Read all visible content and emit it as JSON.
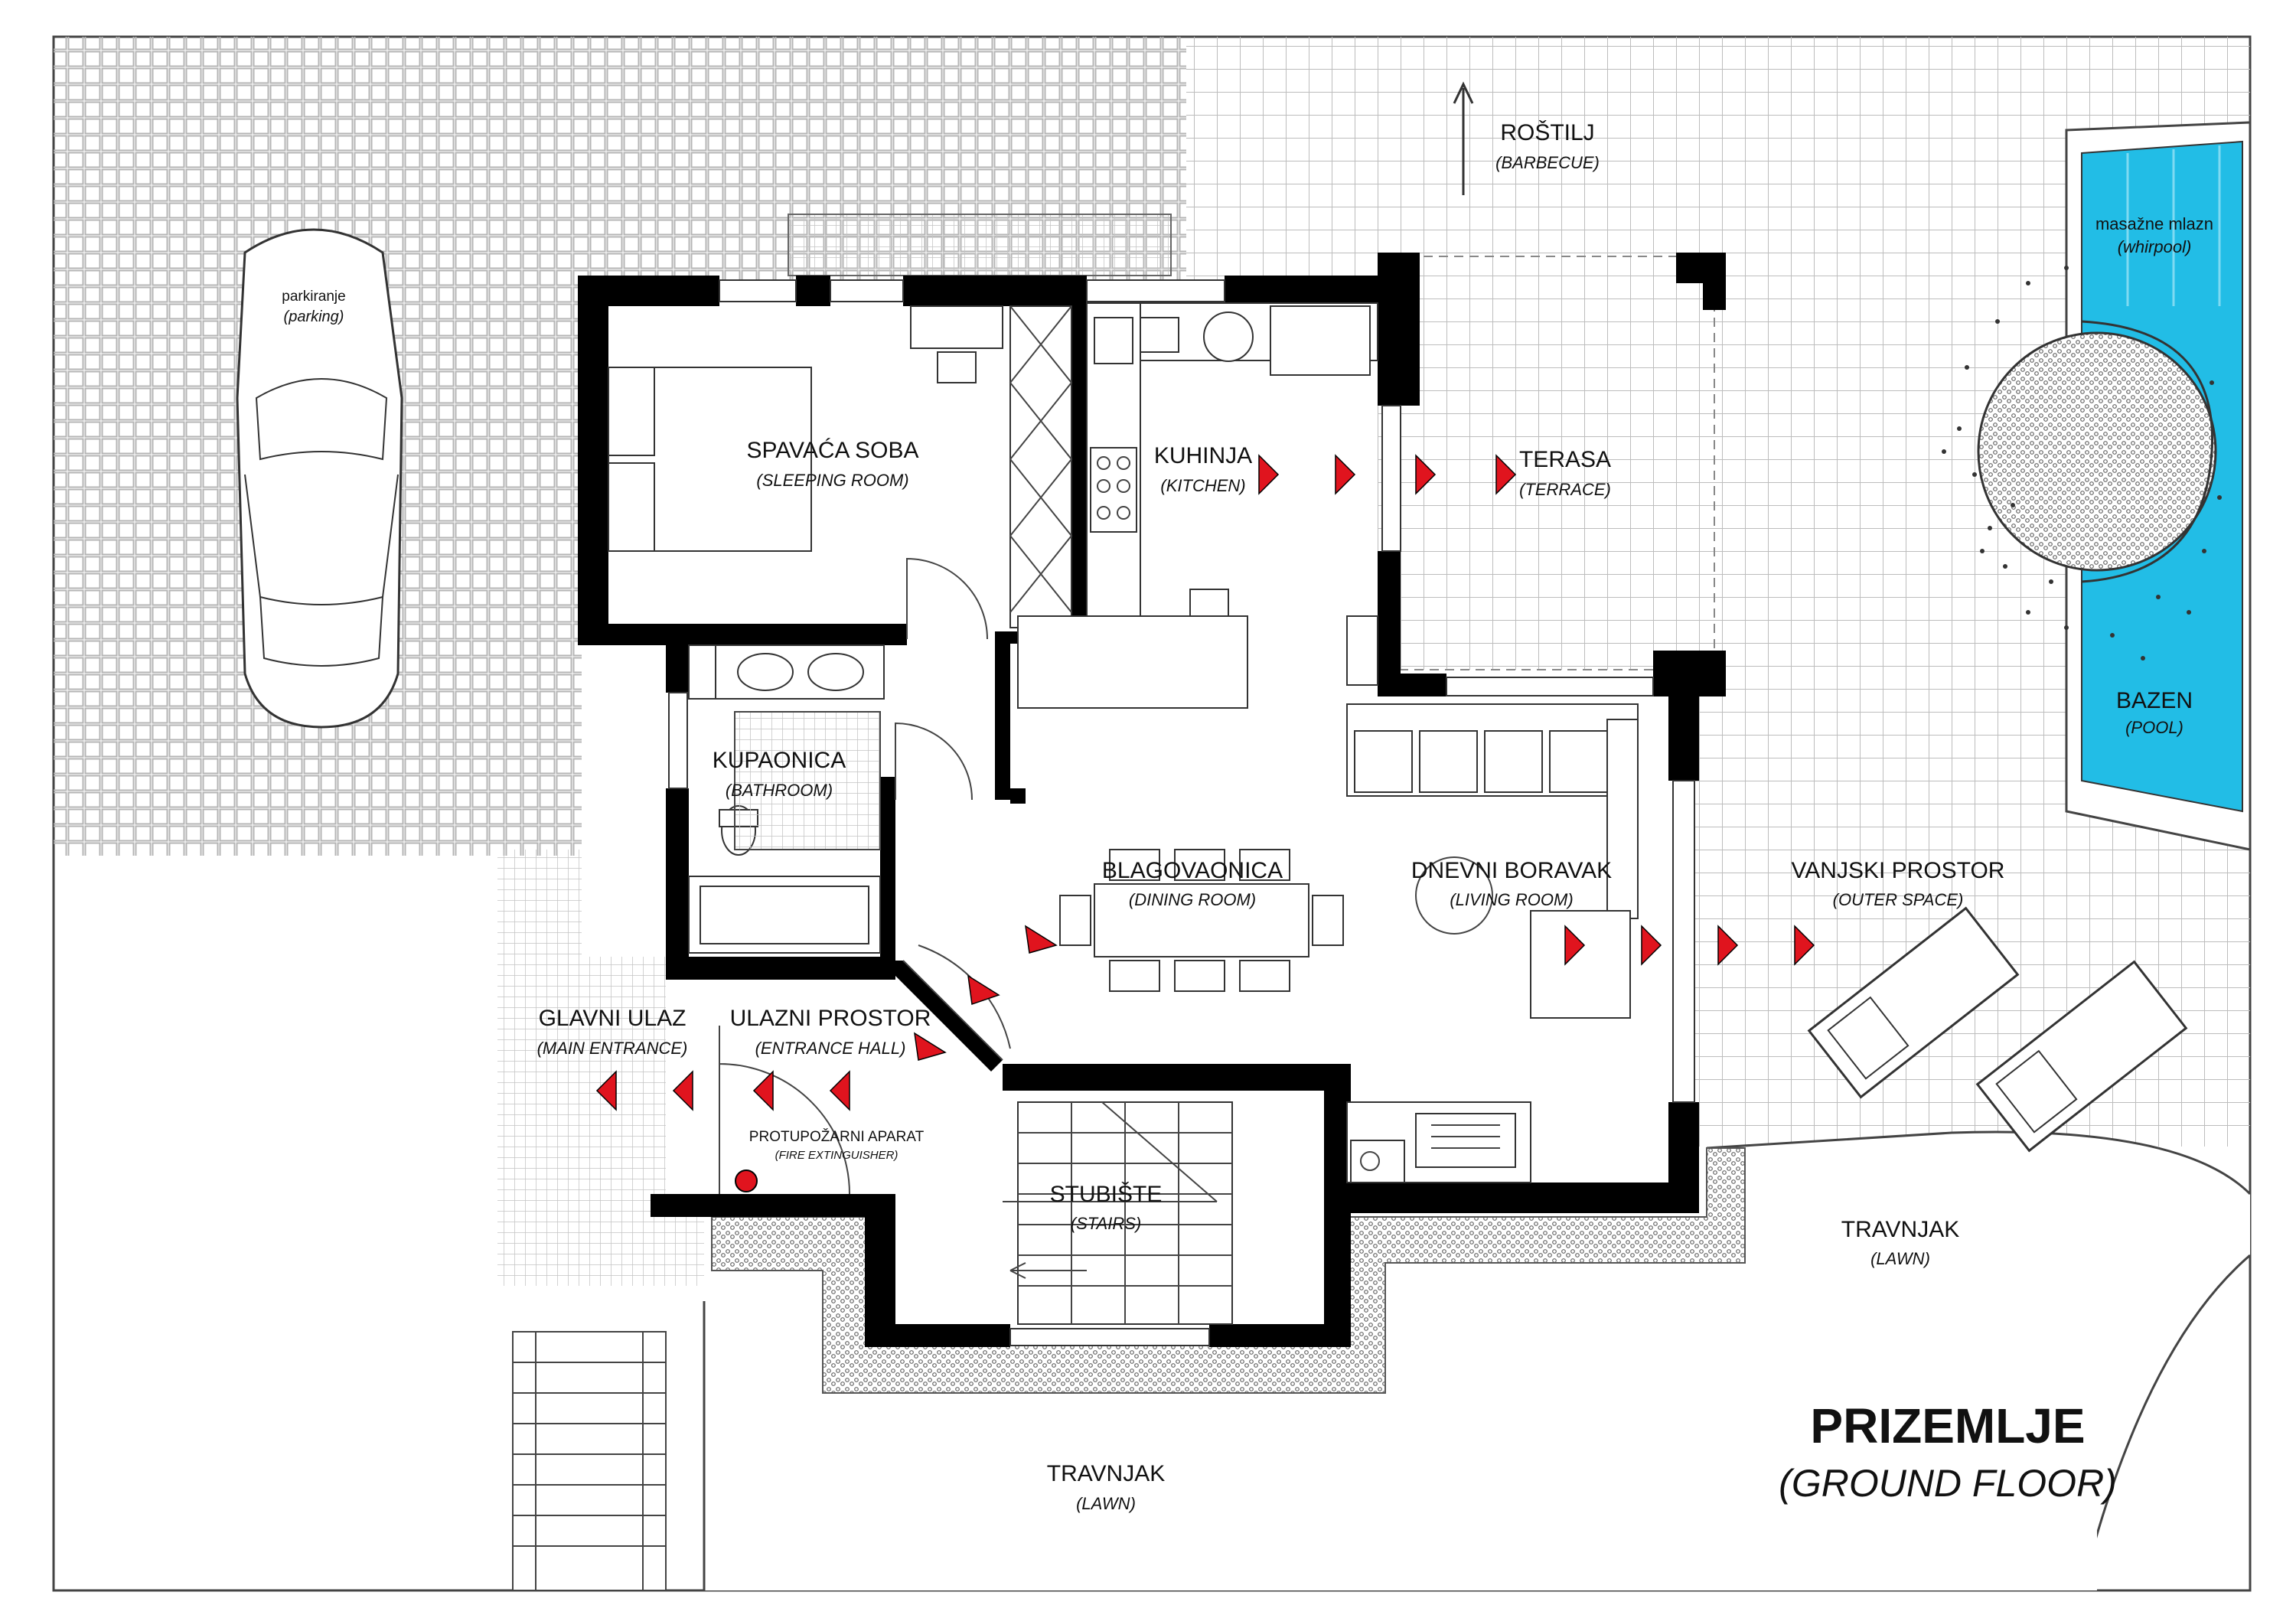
{
  "plan": {
    "title": "PRIZEMLJE",
    "subtitle": "(GROUND FLOOR)",
    "colors": {
      "wall": "#000000",
      "pool_water": "#22bde6",
      "direction_arrow": "#e0141e",
      "extinguisher": "#e0141e",
      "grid_line": "#bfbfbf"
    },
    "rooms": {
      "parking": {
        "name": "parkiranje",
        "en": "(parking)"
      },
      "bedroom": {
        "name": "SPAVAĆA SOBA",
        "en": "(SLEEPING ROOM)"
      },
      "kitchen": {
        "name": "KUHINJA",
        "en": "(KITCHEN)"
      },
      "terrace": {
        "name": "TERASA",
        "en": "(TERRACE)"
      },
      "barbecue": {
        "name": "ROŠTILJ",
        "en": "(BARBECUE)"
      },
      "whirlpool": {
        "name": "masažne mlazn",
        "en": "(whirpool)"
      },
      "pool": {
        "name": "BAZEN",
        "en": "(POOL)"
      },
      "bathroom": {
        "name": "KUPAONICA",
        "en": "(BATHROOM)"
      },
      "dining": {
        "name": "BLAGOVAONICA",
        "en": "(DINING ROOM)"
      },
      "living": {
        "name": "DNEVNI BORAVAK",
        "en": "(LIVING ROOM)"
      },
      "outer": {
        "name": "VANJSKI PROSTOR",
        "en": "(OUTER SPACE)"
      },
      "main_entrance": {
        "name": "GLAVNI ULAZ",
        "en": "(MAIN ENTRANCE)"
      },
      "entrance_hall": {
        "name": "ULAZNI PROSTOR",
        "en": "(ENTRANCE HALL)"
      },
      "extinguisher": {
        "name": "PROTUPOŽARNI APARAT",
        "en": "(FIRE EXTINGUISHER)"
      },
      "stairs": {
        "name": "STUBIŠTE",
        "en": "(STAIRS)"
      },
      "lawn_right": {
        "name": "TRAVNJAK",
        "en": "(LAWN)"
      },
      "lawn_bottom": {
        "name": "TRAVNJAK",
        "en": "(LAWN)"
      }
    }
  }
}
